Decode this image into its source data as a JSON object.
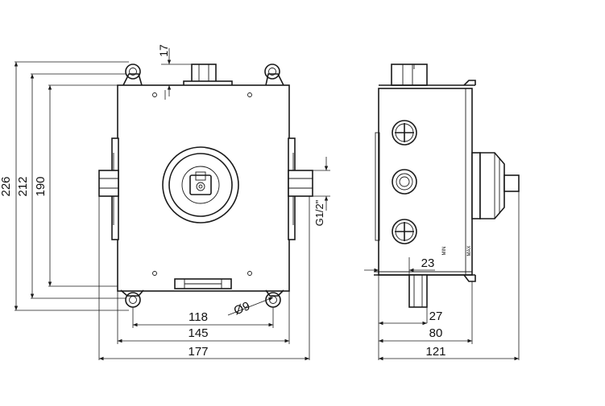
{
  "dimensions": {
    "d17": "17",
    "d226": "226",
    "d212": "212",
    "d190": "190",
    "d118": "118",
    "d145": "145",
    "d177": "177",
    "d9": "Ø9",
    "thread": "G1/2\"",
    "d23": "23",
    "d27": "27",
    "d80": "80",
    "d121": "121"
  },
  "labels": {
    "min": "MIN",
    "max": "MAX"
  }
}
